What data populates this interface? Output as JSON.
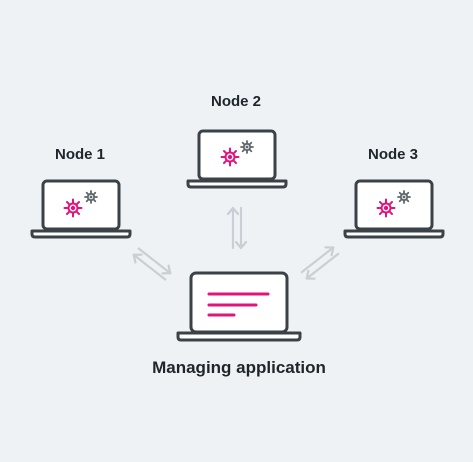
{
  "nodes": [
    {
      "label": "Node 1"
    },
    {
      "label": "Node 2"
    },
    {
      "label": "Node 3"
    }
  ],
  "manager": {
    "label": "Managing application"
  },
  "colors": {
    "background": "#eff2f5",
    "laptop_outline": "#3b4247",
    "accent": "#e0157b",
    "secondary_gear": "#6b7379",
    "arrow": "#c9cfd4"
  },
  "icons": [
    "laptop-icon",
    "gear-icon",
    "document-lines-icon",
    "bidirectional-arrow-icon"
  ]
}
